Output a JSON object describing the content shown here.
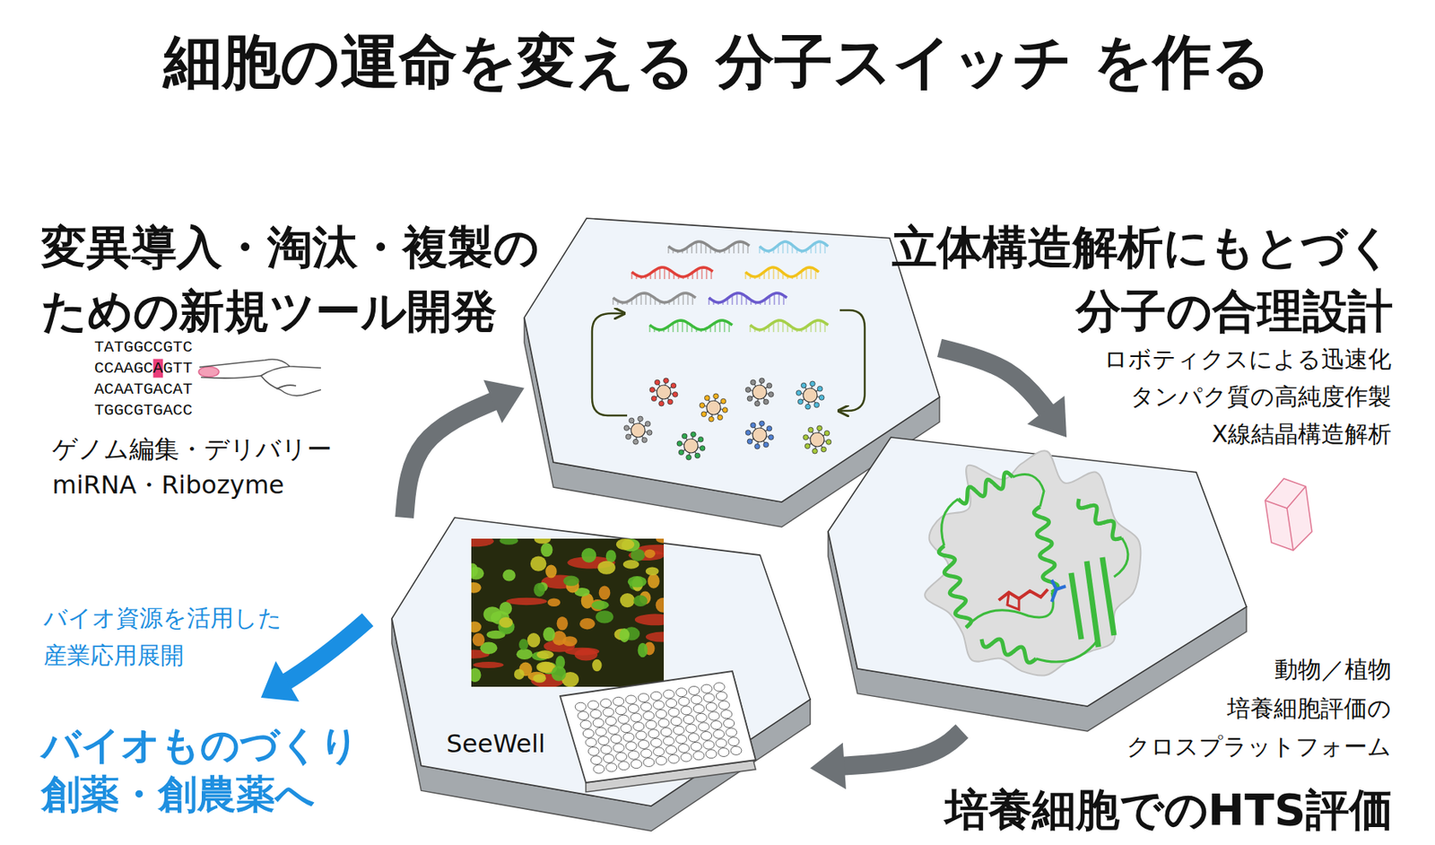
{
  "diagram": {
    "title": "細胞の運命を変える 分子スイッチ を作る",
    "nodes": [
      {
        "text": [
          "変異導入・淘汰・複製の ための新規ツール開発",
          "ゲノム編集・デリバリー miRNA・Ribozyme"
        ]
      },
      {
        "text": [
          "立体構造解析にもとづく 分子の合理設計",
          "ロボティクスによる迅速化 タンパク質の高純度作製 X線結晶構造解析"
        ]
      },
      {
        "text": [
          "培養細胞でのHTS評価",
          "動物／植物 培養細胞評価の クロスプラットフォーム",
          "SeeWell"
        ]
      }
    ],
    "edges": [
      {
        "from": 0,
        "to": 1,
        "arrow": "to"
      },
      {
        "from": 1,
        "to": 2,
        "arrow": "to"
      },
      {
        "from": 2,
        "to": 0,
        "arrow": "to"
      }
    ],
    "labels": [
      "TATGGCCGTC",
      "CCAAGCAGTT",
      "ACAATGACAT",
      "TGGCGTGACC",
      "バイオ資源を活用した 産業応用展開",
      "バイオものづくり 創薬・創農薬へ"
    ]
  }
}
